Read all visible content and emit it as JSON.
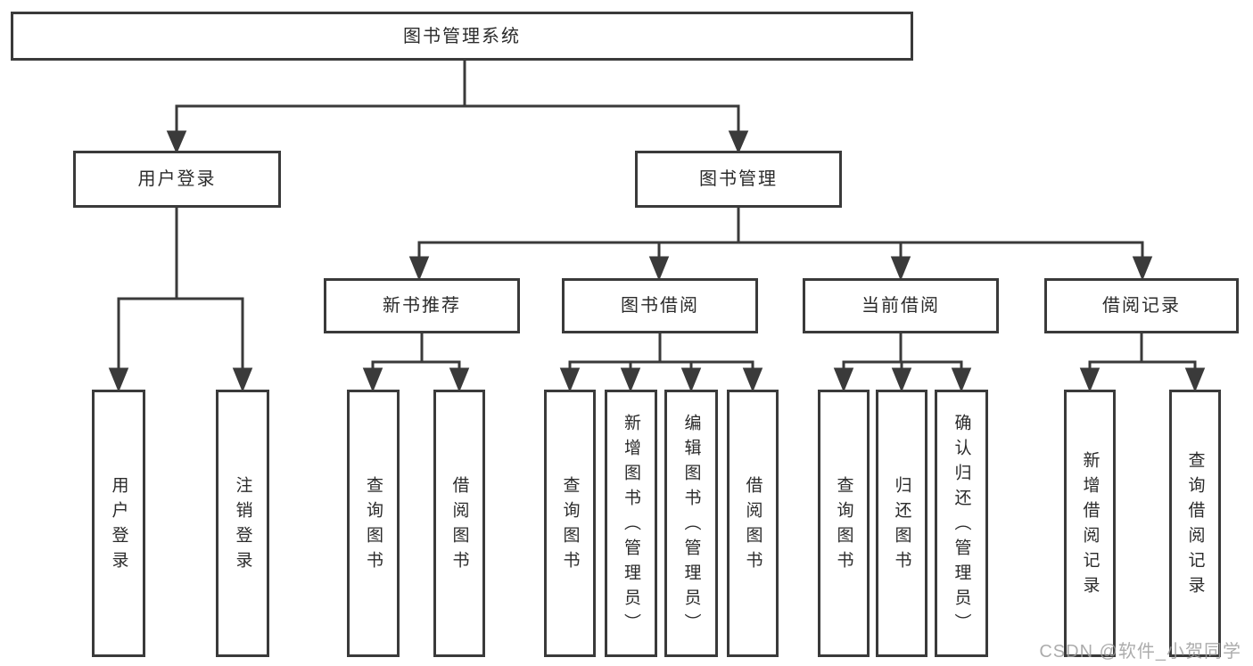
{
  "diagram": {
    "type": "hierarchy-tree",
    "tree": {
      "root": {
        "label": "图书管理系统",
        "children": [
          {
            "label": "用户登录",
            "children": [
              {
                "label": "用户登录"
              },
              {
                "label": "注销登录"
              }
            ]
          },
          {
            "label": "图书管理",
            "children": [
              {
                "label": "新书推荐",
                "children": [
                  {
                    "label": "查询图书"
                  },
                  {
                    "label": "借阅图书"
                  }
                ]
              },
              {
                "label": "图书借阅",
                "children": [
                  {
                    "label": "查询图书"
                  },
                  {
                    "label": "新增图书（管理员）"
                  },
                  {
                    "label": "编辑图书（管理员）"
                  },
                  {
                    "label": "借阅图书"
                  }
                ]
              },
              {
                "label": "当前借阅",
                "children": [
                  {
                    "label": "查询图书"
                  },
                  {
                    "label": "归还图书"
                  },
                  {
                    "label": "确认归还（管理员）"
                  }
                ]
              },
              {
                "label": "借阅记录",
                "children": [
                  {
                    "label": "新增借阅记录"
                  },
                  {
                    "label": "查询借阅记录"
                  }
                ]
              }
            ]
          }
        ]
      }
    },
    "colors": {
      "line": "#3a3a3a",
      "box_border": "#3a3a3a",
      "text": "#2b2b2b",
      "background": "#ffffff",
      "watermark": "#9e9e9e"
    }
  },
  "watermark": {
    "text": "CSDN @软件_小贺同学"
  }
}
